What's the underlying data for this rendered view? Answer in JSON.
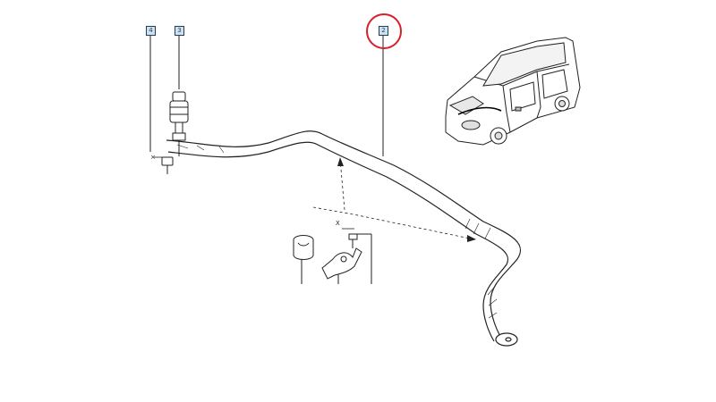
{
  "diagram": {
    "callouts": [
      {
        "id": "part-4",
        "label": "4"
      },
      {
        "id": "part-3",
        "label": "3"
      },
      {
        "id": "part-2",
        "label": "2"
      }
    ],
    "axis_marks": {
      "upper": "X",
      "lower": "X"
    },
    "highlight_color": "#d61f2a",
    "callout_fill": "#cfe0ef",
    "line_color": "#222222"
  }
}
